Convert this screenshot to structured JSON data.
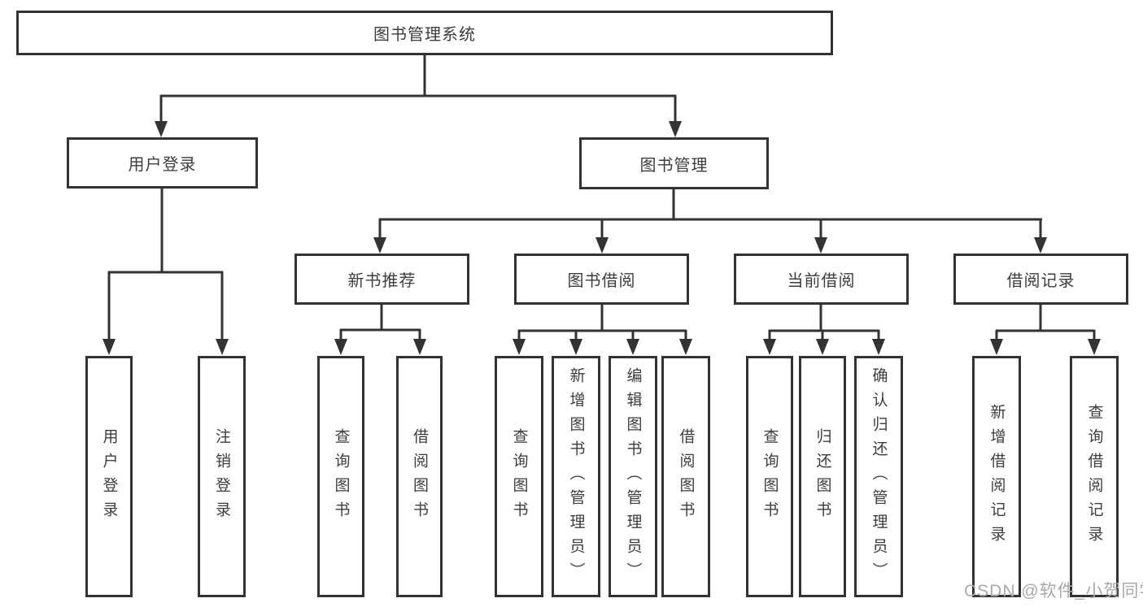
{
  "diagram": {
    "type": "hierarchy-tree",
    "watermark": "CSDN @软件_小贺同学",
    "colors": {
      "line": "#333333",
      "node_border": "#333333",
      "node_background": "#ffffff",
      "text": "#3d3d3d",
      "watermark_text": "#a9a9a9",
      "page_background": "#ffffff"
    },
    "tree": {
      "label": "图书管理系统",
      "children": [
        {
          "label": "用户登录",
          "children": [
            {
              "label": "用户登录"
            },
            {
              "label": "注销登录"
            }
          ]
        },
        {
          "label": "图书管理",
          "children": [
            {
              "label": "新书推荐",
              "children": [
                {
                  "label": "查询图书"
                },
                {
                  "label": "借阅图书"
                }
              ]
            },
            {
              "label": "图书借阅",
              "children": [
                {
                  "label": "查询图书"
                },
                {
                  "label": "新增图书（管理员）"
                },
                {
                  "label": "编辑图书（管理员）"
                },
                {
                  "label": "借阅图书"
                }
              ]
            },
            {
              "label": "当前借阅",
              "children": [
                {
                  "label": "查询图书"
                },
                {
                  "label": "归还图书"
                },
                {
                  "label": "确认归还（管理员）"
                }
              ]
            },
            {
              "label": "借阅记录",
              "children": [
                {
                  "label": "新增借阅记录"
                },
                {
                  "label": "查询借阅记录"
                }
              ]
            }
          ]
        }
      ]
    }
  }
}
